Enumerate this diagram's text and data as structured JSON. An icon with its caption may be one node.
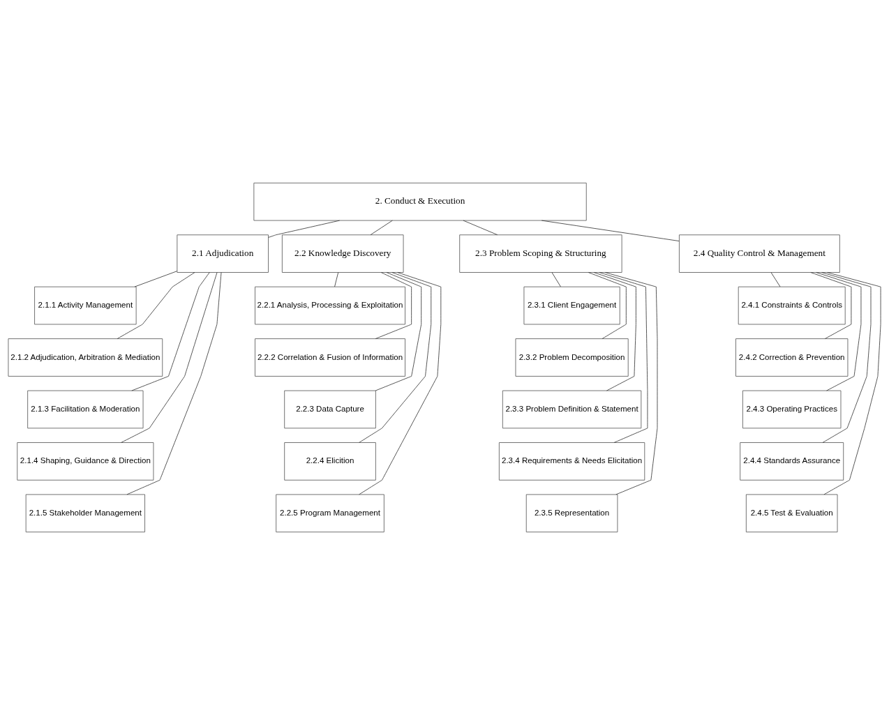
{
  "diagram": {
    "nodes": [
      {
        "text": [
          "2. Conduct & Execution"
        ]
      },
      {
        "text": [
          "2.1 Adjudication"
        ]
      },
      {
        "text": [
          "2.2 Knowledge Discovery"
        ]
      },
      {
        "text": [
          "2.3 Problem Scoping & Structuring"
        ]
      },
      {
        "text": [
          "2.4 Quality Control & Management"
        ]
      },
      {
        "text": [
          "2.1.1 Activity Management"
        ]
      },
      {
        "text": [
          "2.1.2 Adjudication, Arbitration & Mediation"
        ]
      },
      {
        "text": [
          "2.1.3 Facilitation & Moderation"
        ]
      },
      {
        "text": [
          "2.1.4 Shaping, Guidance & Direction"
        ]
      },
      {
        "text": [
          "2.1.5 Stakeholder Management"
        ]
      },
      {
        "text": [
          "2.2.1 Analysis, Processing & Exploitation"
        ]
      },
      {
        "text": [
          "2.2.2 Correlation & Fusion of Information"
        ]
      },
      {
        "text": [
          "2.2.3 Data Capture"
        ]
      },
      {
        "text": [
          "2.2.4 Elicition"
        ]
      },
      {
        "text": [
          "2.2.5 Program Management"
        ]
      },
      {
        "text": [
          "2.3.1 Client Engagement"
        ]
      },
      {
        "text": [
          "2.3.2 Problem Decomposition"
        ]
      },
      {
        "text": [
          "2.3.3 Problem Definition & Statement"
        ]
      },
      {
        "text": [
          "2.3.4 Requirements & Needs Elicitation"
        ]
      },
      {
        "text": [
          "2.3.5 Representation"
        ]
      },
      {
        "text": [
          "2.4.1 Constraints & Controls"
        ]
      },
      {
        "text": [
          "2.4.2 Correction & Prevention"
        ]
      },
      {
        "text": [
          "2.4.3 Operating Practices"
        ]
      },
      {
        "text": [
          "2.4.4 Standards Assurance"
        ]
      },
      {
        "text": [
          "2.4.5 Test & Evaluation"
        ]
      }
    ],
    "edges": [
      {
        "from": 0,
        "to": 1,
        "arrow": "none"
      },
      {
        "from": 0,
        "to": 2,
        "arrow": "none"
      },
      {
        "from": 0,
        "to": 3,
        "arrow": "none"
      },
      {
        "from": 0,
        "to": 4,
        "arrow": "none"
      },
      {
        "from": 1,
        "to": 5,
        "arrow": "none"
      },
      {
        "from": 1,
        "to": 6,
        "arrow": "none"
      },
      {
        "from": 1,
        "to": 7,
        "arrow": "none"
      },
      {
        "from": 1,
        "to": 8,
        "arrow": "none"
      },
      {
        "from": 1,
        "to": 9,
        "arrow": "none"
      },
      {
        "from": 2,
        "to": 10,
        "arrow": "none"
      },
      {
        "from": 2,
        "to": 11,
        "arrow": "none"
      },
      {
        "from": 2,
        "to": 12,
        "arrow": "none"
      },
      {
        "from": 2,
        "to": 13,
        "arrow": "none"
      },
      {
        "from": 2,
        "to": 14,
        "arrow": "none"
      },
      {
        "from": 3,
        "to": 15,
        "arrow": "none"
      },
      {
        "from": 3,
        "to": 16,
        "arrow": "none"
      },
      {
        "from": 3,
        "to": 17,
        "arrow": "none"
      },
      {
        "from": 3,
        "to": 18,
        "arrow": "none"
      },
      {
        "from": 3,
        "to": 19,
        "arrow": "none"
      },
      {
        "from": 4,
        "to": 20,
        "arrow": "none"
      },
      {
        "from": 4,
        "to": 21,
        "arrow": "none"
      },
      {
        "from": 4,
        "to": 22,
        "arrow": "none"
      },
      {
        "from": 4,
        "to": 23,
        "arrow": "none"
      },
      {
        "from": 4,
        "to": 24,
        "arrow": "none"
      }
    ]
  }
}
